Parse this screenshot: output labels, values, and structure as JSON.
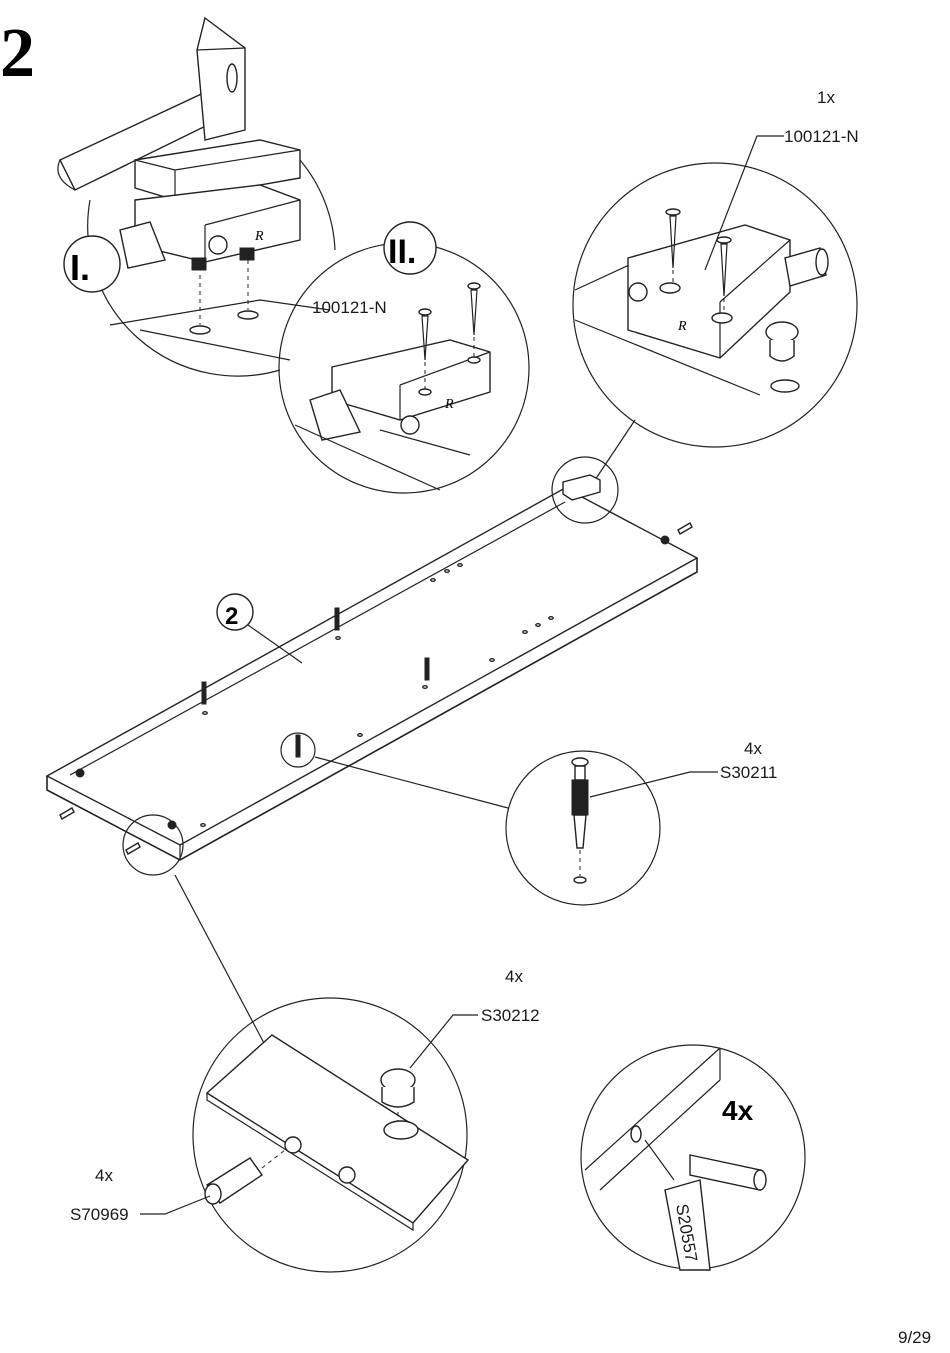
{
  "step": {
    "number": "2"
  },
  "page_number": "9/29",
  "substeps": {
    "first": "I.",
    "second": "II."
  },
  "panel_number": "2",
  "callouts": {
    "hinge_detail": {
      "qty": "1x",
      "part": "100121-N"
    },
    "hinge_screws": {
      "part": "100121-N"
    },
    "cam_bolt": {
      "qty": "4x",
      "part": "S30211"
    },
    "cam_lock": {
      "qty": "4x",
      "part": "S30212"
    },
    "dowel": {
      "qty": "4x",
      "part": "S70969"
    },
    "glue": {
      "qty": "4x",
      "part": "S20557"
    }
  }
}
